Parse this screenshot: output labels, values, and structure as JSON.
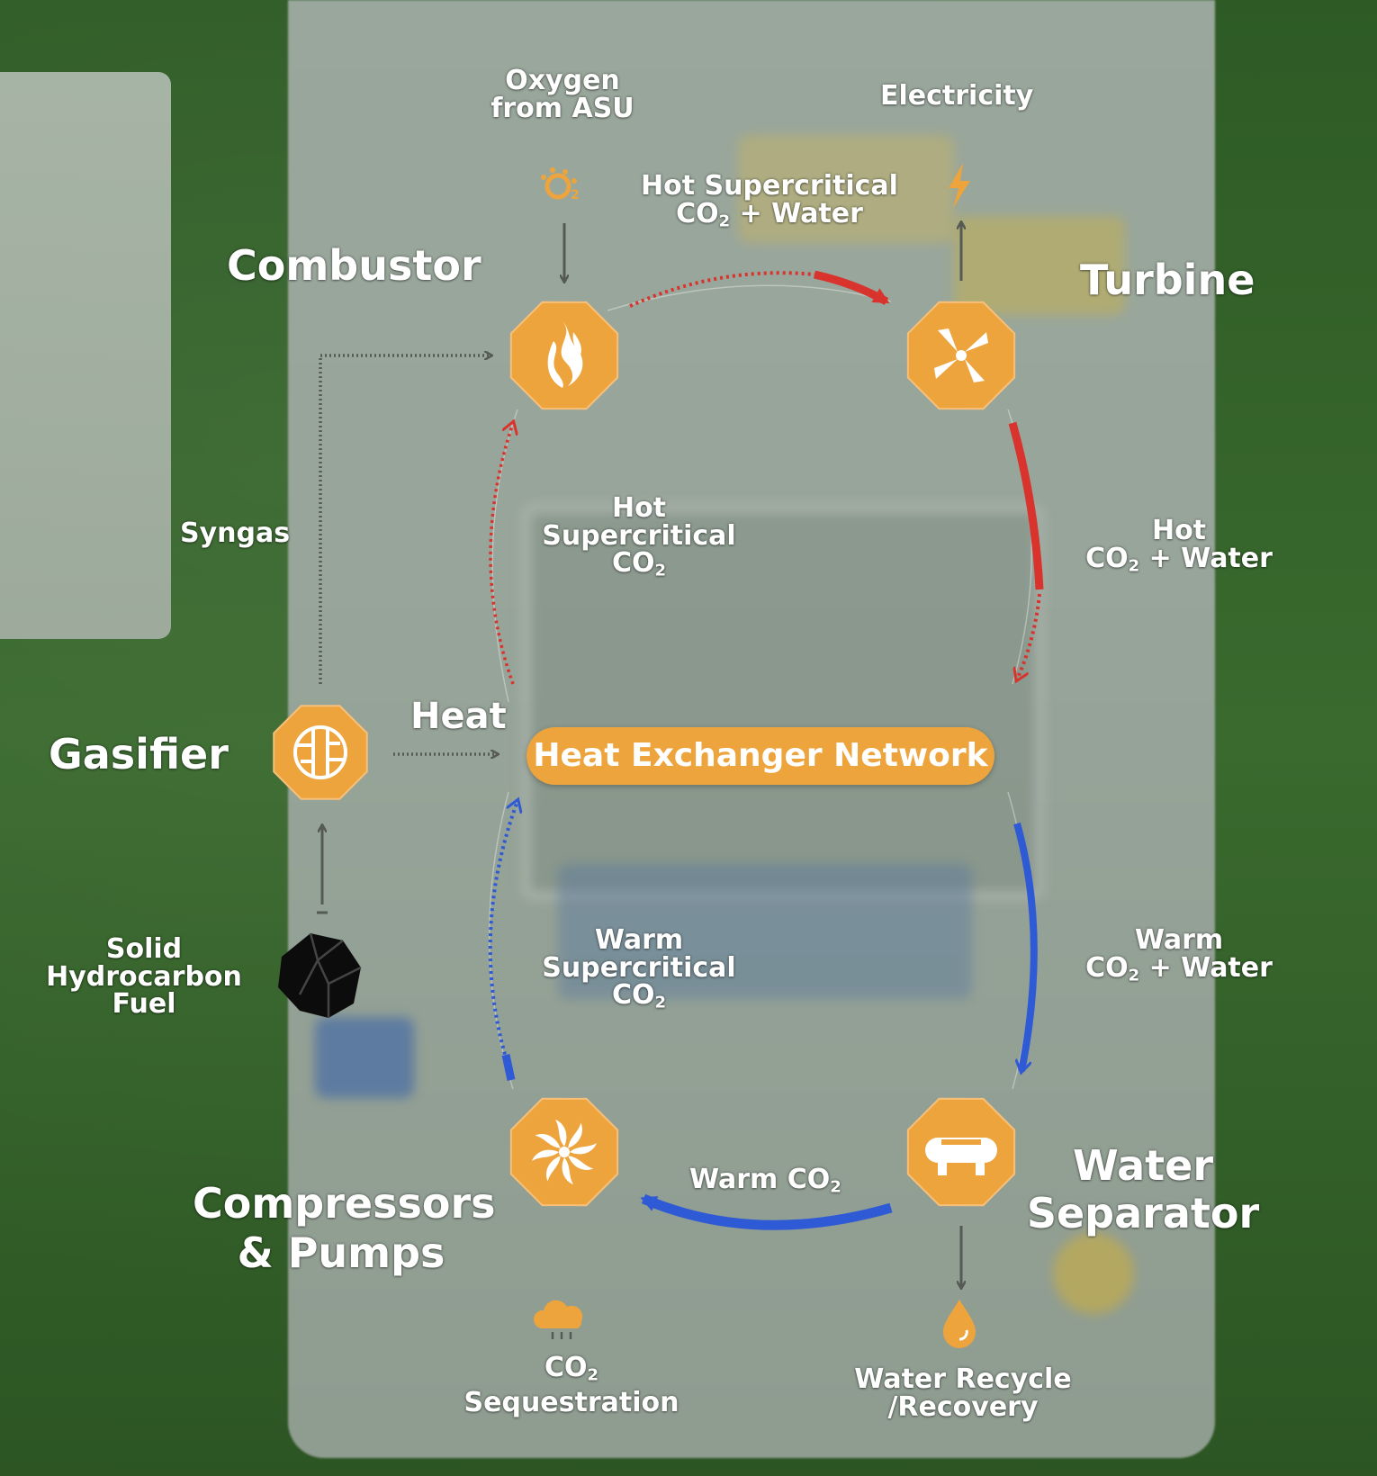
{
  "nodes": {
    "combustor": "Combustor",
    "turbine": "Turbine",
    "gasifier": "Gasifier",
    "compressors_1": "Compressors",
    "compressors_2": "& Pumps",
    "separator_1": "Water",
    "separator_2": "Separator"
  },
  "hub": "Heat Exchanger Network",
  "labels": {
    "oxygen_1": "Oxygen",
    "oxygen_2": "from ASU",
    "electricity": "Electricity",
    "hot_sc_co2_water_1": "Hot Supercritical",
    "hot_sc_co2_water_2a": "CO",
    "hot_sc_co2_water_2sub": "2",
    "hot_sc_co2_water_2b": " + Water",
    "syngas": "Syngas",
    "heat": "Heat",
    "hot_sc_co2_1": "Hot",
    "hot_sc_co2_2": "Supercritical",
    "hot_sc_co2_3a": "CO",
    "hot_sc_co2_3sub": "2",
    "hot_co2_water_1": "Hot",
    "hot_co2_water_2a": "CO",
    "hot_co2_water_2sub": "2",
    "hot_co2_water_2b": " + Water",
    "warm_co2_water_1": "Warm",
    "warm_co2_water_2a": "CO",
    "warm_co2_water_2sub": "2",
    "warm_co2_water_2b": " + Water",
    "warm_sc_co2_1": "Warm",
    "warm_sc_co2_2": "Supercritical",
    "warm_sc_co2_3a": "CO",
    "warm_sc_co2_3sub": "2",
    "warm_co2_a": "Warm CO",
    "warm_co2_sub": "2",
    "fuel_1": "Solid",
    "fuel_2": "Hydrocarbon",
    "fuel_3": "Fuel",
    "co2_seq_1a": "CO",
    "co2_seq_1sub": "2",
    "co2_seq_2": "Sequestration",
    "water_recycle_1": "Water Recycle",
    "water_recycle_2": "/Recovery"
  },
  "colors": {
    "node": "#eea43c",
    "hot": "#d8342d",
    "cold": "#2f5ad6",
    "gray": "#555a55"
  }
}
